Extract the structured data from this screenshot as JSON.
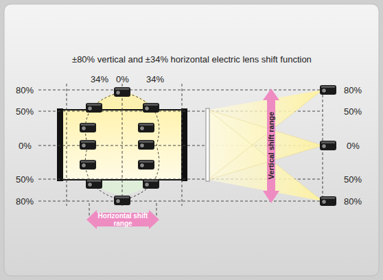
{
  "diagram": {
    "title": "±80% vertical and ±34% horizontal electric lens shift function",
    "nodes": [
      {
        "text": [
          "Horizontal shift range"
        ]
      },
      {
        "text": [
          "Vertical shift range"
        ]
      }
    ],
    "labels": [
      "34%",
      "0%",
      "34%",
      "80%",
      "50%",
      "0%",
      "50%",
      "80%",
      "80%",
      "50%",
      "0%",
      "50%",
      "80%"
    ]
  }
}
